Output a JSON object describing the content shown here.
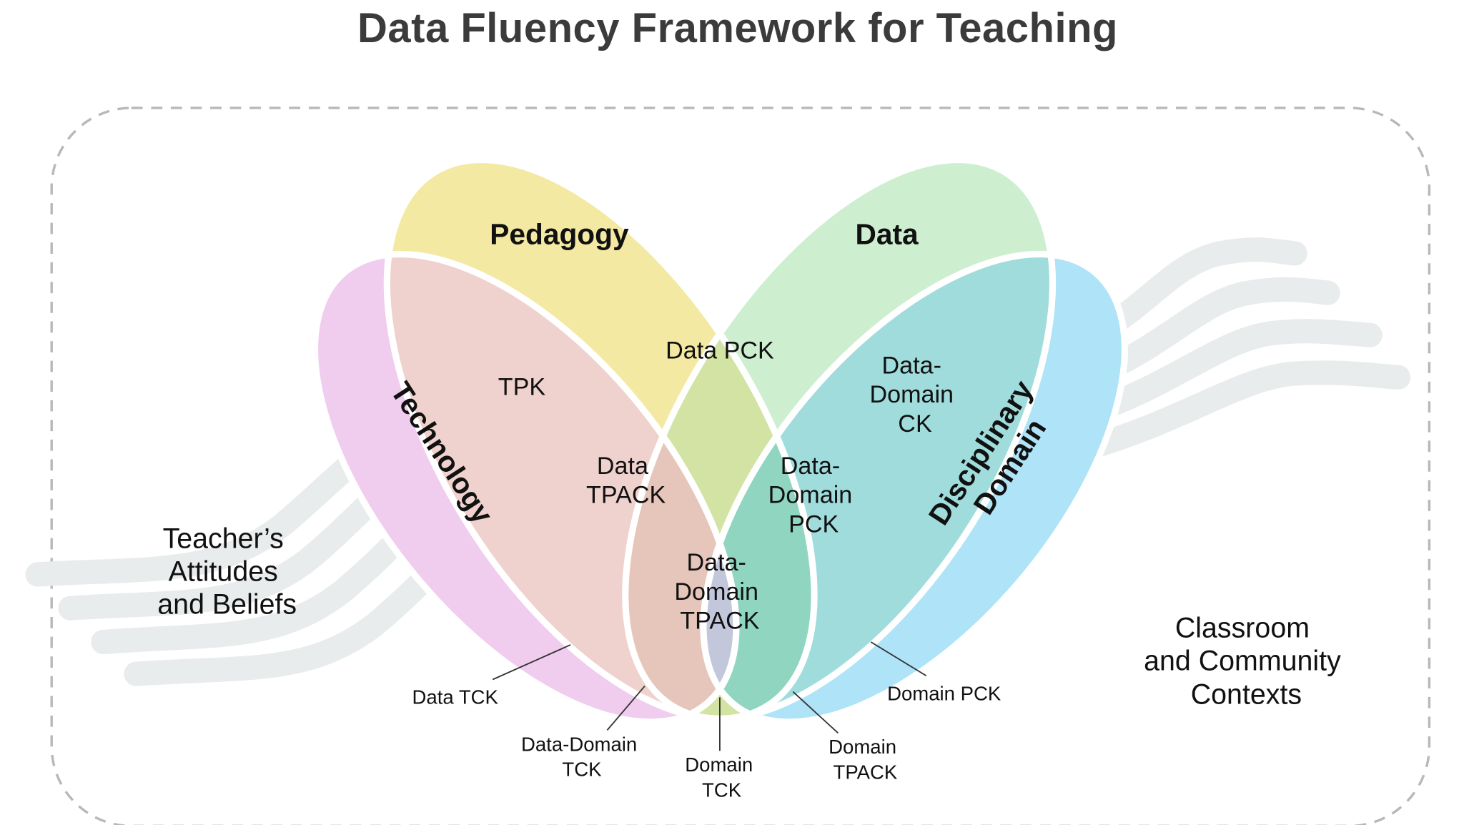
{
  "title": "Data Fluency Framework for Teaching",
  "colors": {
    "pedagogy": "#f3e9a2",
    "data": "#cdefd0",
    "technology": "#f0cdee",
    "disciplinary_domain": "#aee3f8",
    "tpk": "#efd2cd",
    "data_pck": "#d3e3a3",
    "data_domain_ck": "#a0dcdc",
    "data_tpack": "#e6c6bb",
    "data_domain_pck": "#8fd5bf",
    "data_domain_tpack": "#c3c7dc",
    "data_tck": "#c4b4d3",
    "data_domain_tck": "#b3bad7",
    "domain_tck": "#adaee6",
    "domain_tpack": "#c7c4e1",
    "domain_pck": "#9ec7c8",
    "waves": "#e9ecec",
    "border": "#b8b8b8"
  },
  "circles": {
    "pedagogy": "Pedagogy",
    "data": "Data",
    "technology": "Technology",
    "disciplinary_domain": [
      "Disciplinary",
      "Domain"
    ]
  },
  "regions": {
    "tpk": "TPK",
    "data_pck": "Data PCK",
    "data_domain_ck": [
      "Data-",
      "Domain",
      "CK"
    ],
    "data_tpack": [
      "Data",
      "TPACK"
    ],
    "data_domain_pck": [
      "Data-",
      "Domain",
      "PCK"
    ],
    "data_domain_tpack": [
      "Data-",
      "Domain",
      "TPACK"
    ]
  },
  "callouts": {
    "data_tck": "Data TCK",
    "data_domain_tck": [
      "Data-Domain",
      "TCK"
    ],
    "domain_tck": [
      "Domain",
      "TCK"
    ],
    "domain_tpack": [
      "Domain",
      "TPACK"
    ],
    "domain_pck": "Domain PCK"
  },
  "context": {
    "attitudes": [
      "Teacher’s",
      "Attitudes",
      "and Beliefs"
    ],
    "classroom": [
      "Classroom",
      "and Community",
      "Contexts"
    ]
  }
}
